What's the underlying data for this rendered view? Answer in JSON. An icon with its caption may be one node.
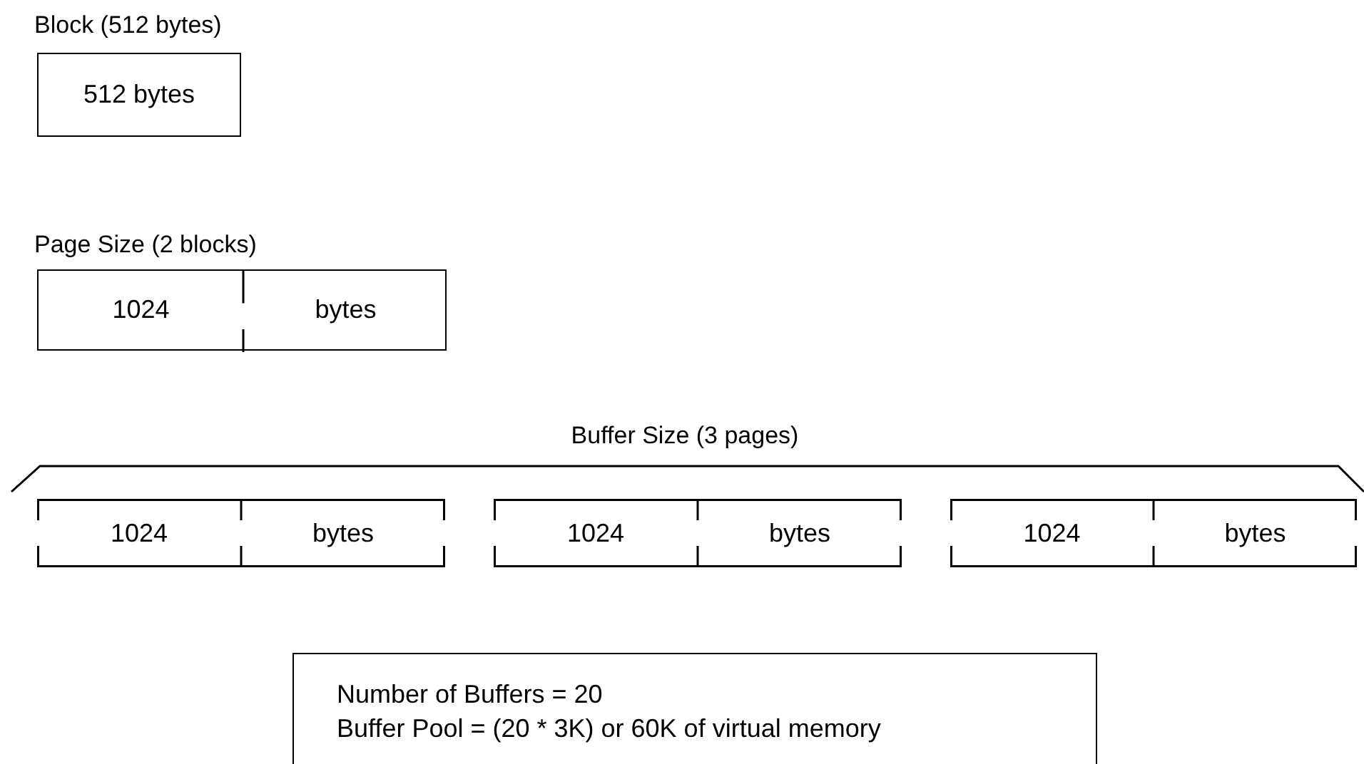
{
  "diagram": {
    "nodes": [
      {
        "text": [
          "Block (512 bytes)",
          "512 bytes"
        ]
      },
      {
        "text": [
          "Page Size (2 blocks)",
          "1024",
          "bytes"
        ]
      },
      {
        "text": [
          "1024",
          "bytes"
        ]
      },
      {
        "text": [
          "1024",
          "bytes"
        ]
      },
      {
        "text": [
          "1024",
          "bytes"
        ]
      },
      {
        "text": [
          "Number of Buffers = 20",
          "Buffer Pool = (20 * 3K) or 60K of virtual memory"
        ]
      }
    ],
    "labels": [
      "Buffer Size (3 pages)"
    ]
  }
}
